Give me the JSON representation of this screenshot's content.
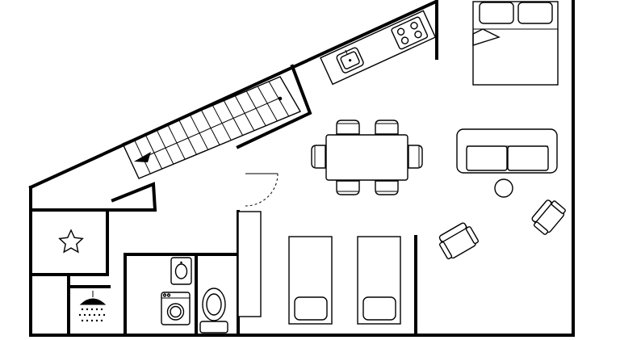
{
  "plan": {
    "wall_color": "#000000",
    "background": "#ffffff",
    "rooms": [
      {
        "id": "stair-hall",
        "feature": "staircase"
      },
      {
        "id": "kitchen",
        "feature": "kitchen-counter"
      },
      {
        "id": "living-dining",
        "feature": "dining-table"
      },
      {
        "id": "master-bedroom",
        "feature": "double-bed"
      },
      {
        "id": "twin-bedroom",
        "feature": "twin-beds"
      },
      {
        "id": "bathroom",
        "feature": "toilet"
      },
      {
        "id": "laundry",
        "feature": "washing-machine"
      },
      {
        "id": "shower-room",
        "feature": "shower"
      },
      {
        "id": "storage",
        "feature": "star"
      }
    ],
    "icons": [
      "star-icon",
      "shower-icon",
      "washing-machine-icon",
      "toilet-icon",
      "sink-icon",
      "stove-icon",
      "stairs-arrow-icon"
    ]
  }
}
